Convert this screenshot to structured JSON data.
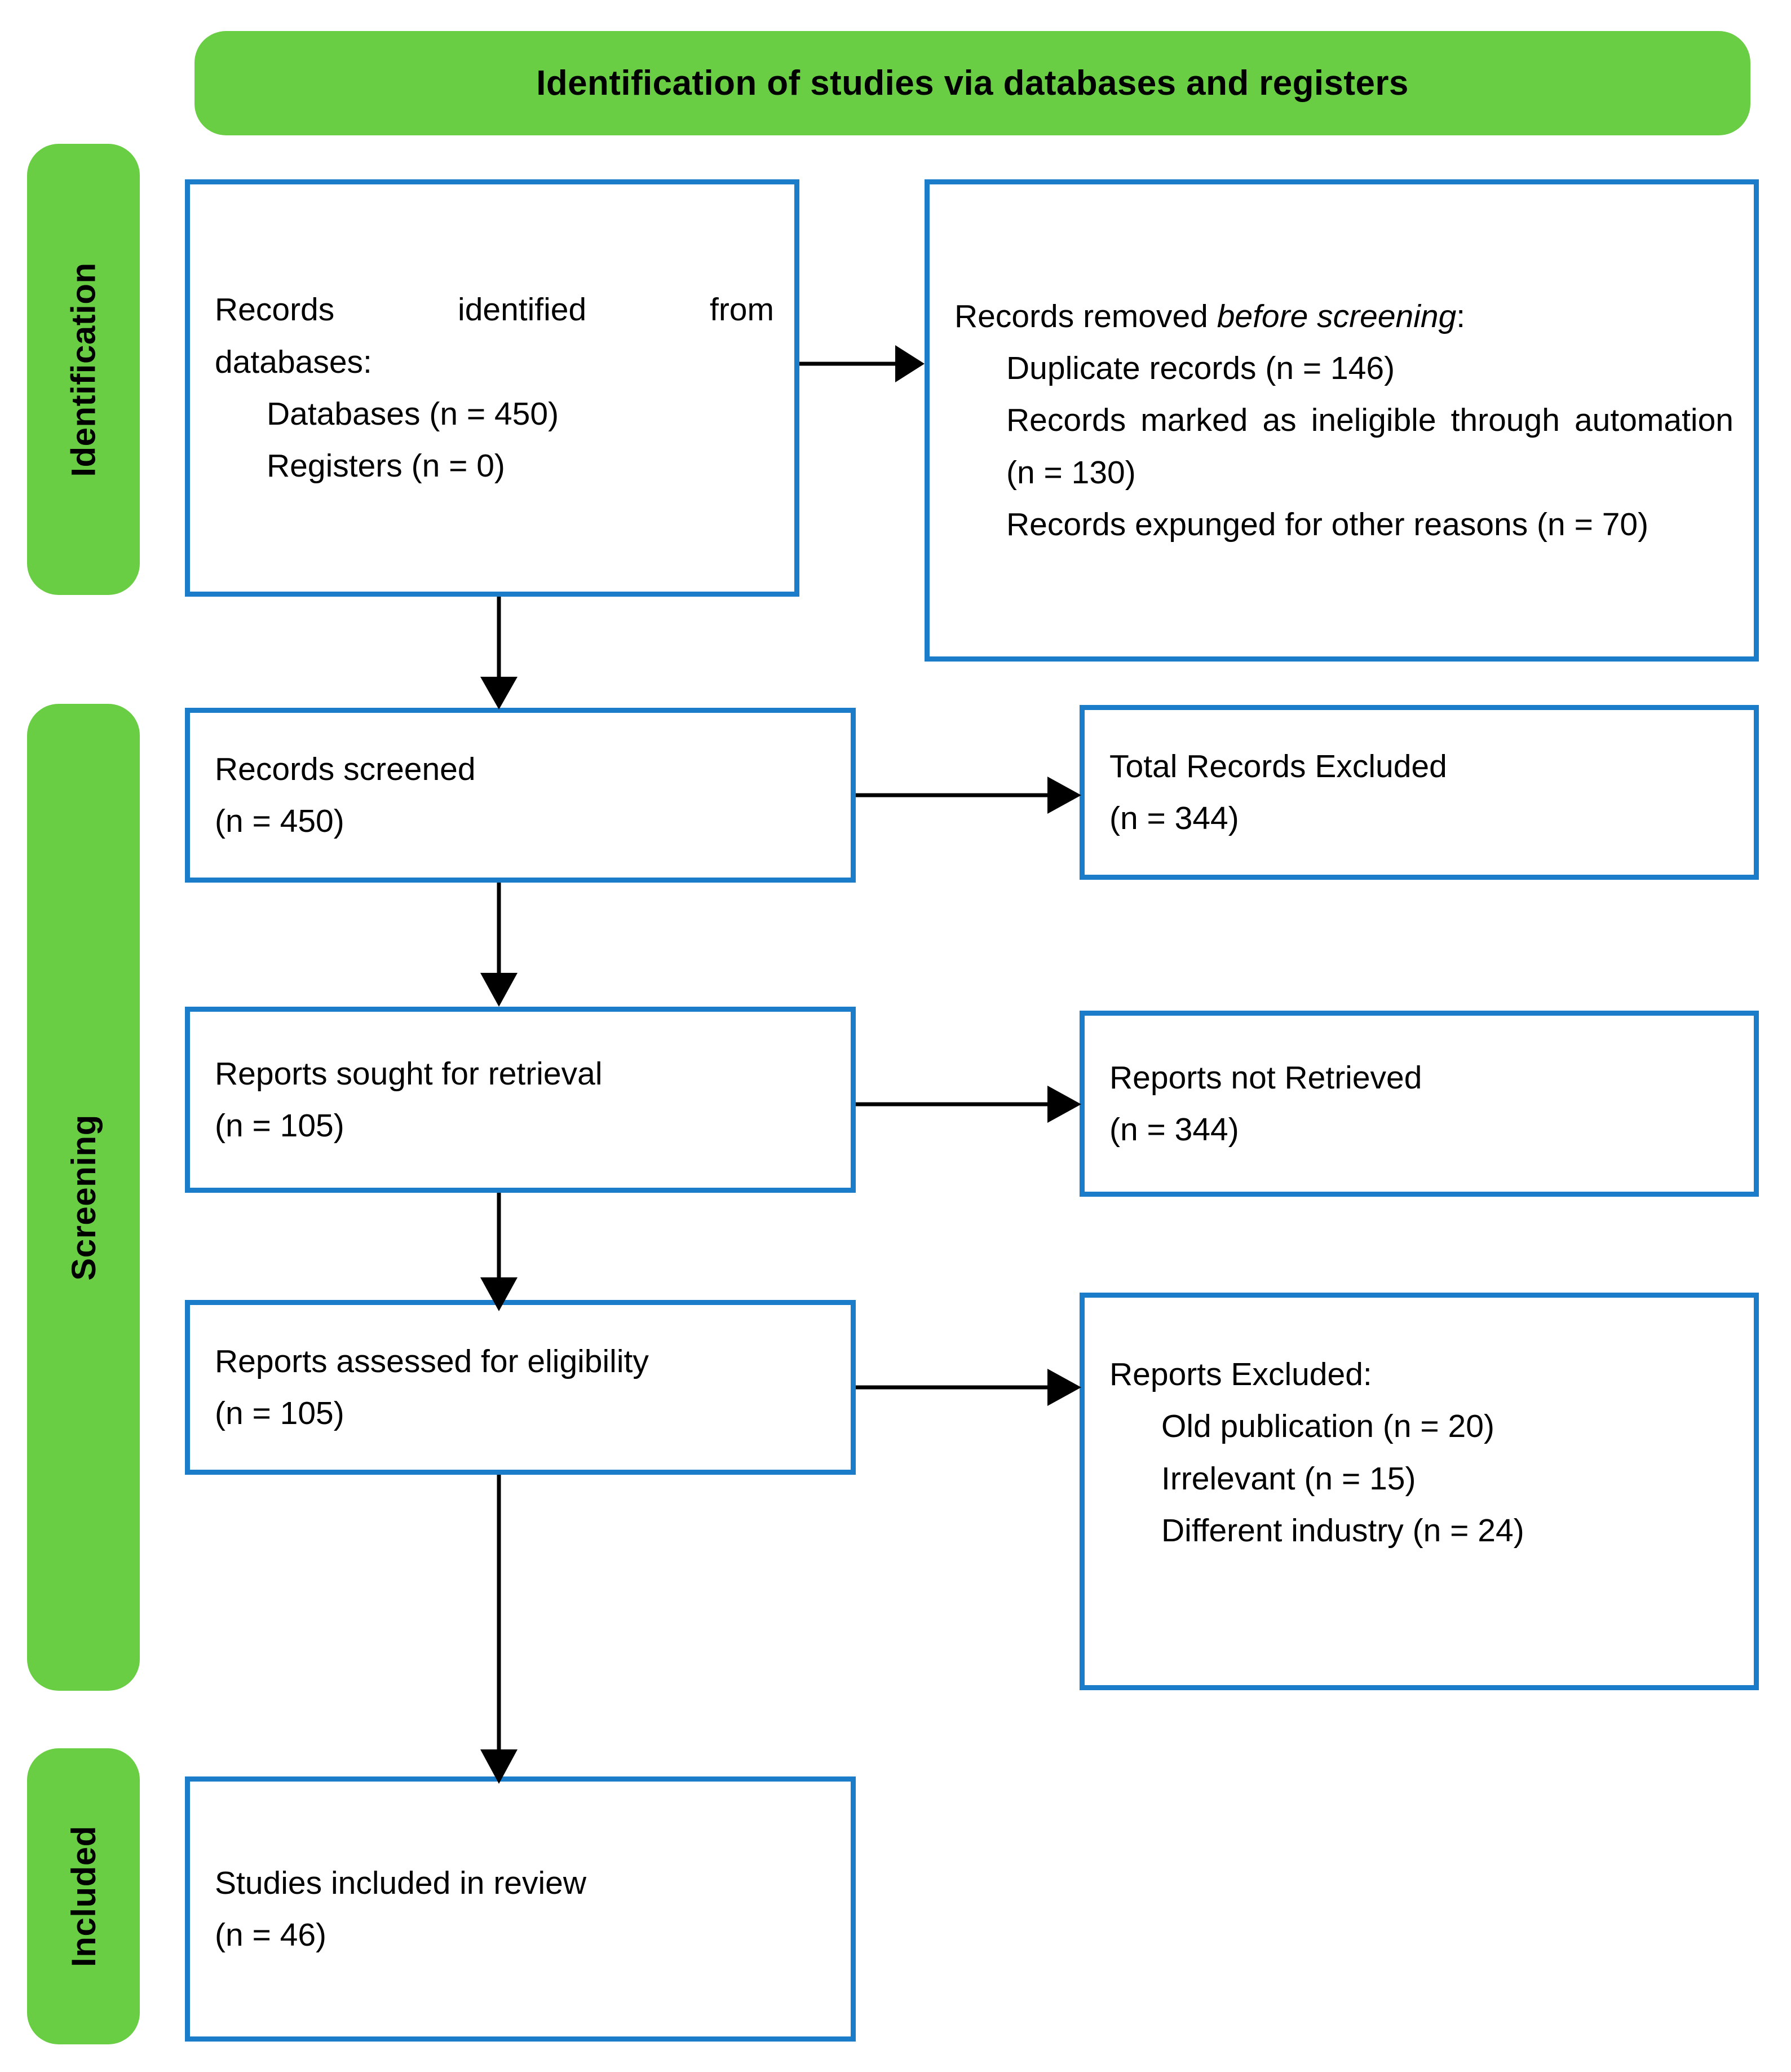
{
  "header": {
    "title": "Identification of studies via databases and registers"
  },
  "stages": [
    {
      "id": "identification",
      "label": "Identification"
    },
    {
      "id": "screening",
      "label": "Screening"
    },
    {
      "id": "included",
      "label": "Included"
    }
  ],
  "boxes": {
    "records_identified": {
      "line1": "Records identified from",
      "line2": "databases:",
      "item1": "Databases (n = 450)",
      "item2": "Registers (n = 0)"
    },
    "records_removed": {
      "heading_prefix": "Records removed ",
      "heading_em": "before screening",
      "heading_suffix": ":",
      "item1": "Duplicate records (n = 146)",
      "item2": "Records marked as ineligible through automation (n = 130)",
      "item3": "Records expunged for other reasons (n = 70)"
    },
    "records_screened": {
      "line1": "Records screened",
      "line2": "(n = 450)"
    },
    "total_excluded": {
      "line1": "Total Records Excluded",
      "line2": "(n = 344)"
    },
    "reports_sought": {
      "line1": "Reports sought for retrieval",
      "line2": "(n = 105)"
    },
    "reports_not_retrieved": {
      "line1": "Reports not Retrieved",
      "line2": "(n = 344)"
    },
    "reports_assessed": {
      "line1": "Reports assessed for eligibility",
      "line2": "(n = 105)"
    },
    "reports_excluded": {
      "heading": "Reports Excluded:",
      "item1": "Old publication (n = 20)",
      "item2": "Irrelevant (n = 15)",
      "item3": "Different industry (n = 24)"
    },
    "studies_included": {
      "line1": "Studies included in review",
      "line2": "(n = 46)"
    }
  },
  "colors": {
    "stage_green": "#6ACE45",
    "box_border_blue": "#1B7DC9",
    "arrow_black": "#000000",
    "background": "#ffffff"
  },
  "chart_data": {
    "type": "diagram",
    "title": "Identification of studies via databases and registers",
    "nodes": [
      {
        "id": "records_identified",
        "stage": "Identification",
        "label": "Records identified from databases",
        "counts": {
          "Databases": 450,
          "Registers": 0
        }
      },
      {
        "id": "records_removed",
        "stage": "Identification",
        "label": "Records removed before screening",
        "counts": {
          "Duplicate records": 146,
          "Records marked as ineligible through automation": 130,
          "Records expunged for other reasons": 70
        }
      },
      {
        "id": "records_screened",
        "stage": "Screening",
        "label": "Records screened",
        "n": 450
      },
      {
        "id": "total_excluded",
        "stage": "Screening",
        "label": "Total Records Excluded",
        "n": 344
      },
      {
        "id": "reports_sought",
        "stage": "Screening",
        "label": "Reports sought for retrieval",
        "n": 105
      },
      {
        "id": "reports_not_retrieved",
        "stage": "Screening",
        "label": "Reports not Retrieved",
        "n": 344
      },
      {
        "id": "reports_assessed",
        "stage": "Screening",
        "label": "Reports assessed for eligibility",
        "n": 105
      },
      {
        "id": "reports_excluded",
        "stage": "Screening",
        "label": "Reports Excluded",
        "counts": {
          "Old publication": 20,
          "Irrelevant": 15,
          "Different industry": 24
        }
      },
      {
        "id": "studies_included",
        "stage": "Included",
        "label": "Studies included in review",
        "n": 46
      }
    ],
    "edges": [
      {
        "from": "records_identified",
        "to": "records_removed",
        "direction": "right"
      },
      {
        "from": "records_identified",
        "to": "records_screened",
        "direction": "down"
      },
      {
        "from": "records_screened",
        "to": "total_excluded",
        "direction": "right"
      },
      {
        "from": "records_screened",
        "to": "reports_sought",
        "direction": "down"
      },
      {
        "from": "reports_sought",
        "to": "reports_not_retrieved",
        "direction": "right"
      },
      {
        "from": "reports_sought",
        "to": "reports_assessed",
        "direction": "down"
      },
      {
        "from": "reports_assessed",
        "to": "reports_excluded",
        "direction": "right"
      },
      {
        "from": "reports_assessed",
        "to": "studies_included",
        "direction": "down"
      }
    ]
  }
}
